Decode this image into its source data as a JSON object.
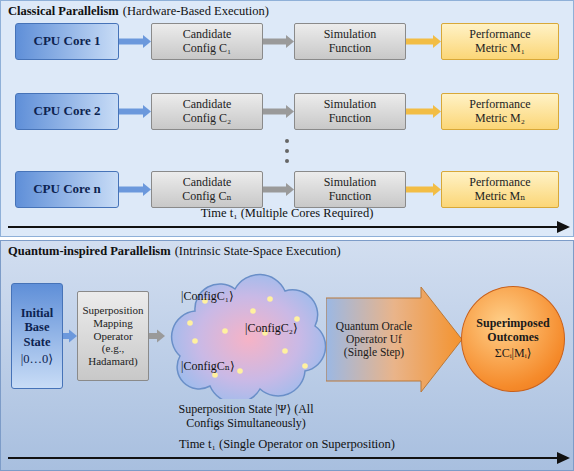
{
  "diagram": {
    "nodes": [
      {
        "text": [
          "Classical Parallelism",
          "(Hardware-Based Execution)"
        ]
      },
      {
        "text": [
          "CPU Core 1"
        ],
        "in": 0
      },
      {
        "text": [
          "Candidate Config C₁"
        ],
        "in": 0
      },
      {
        "text": [
          "Simulation Function"
        ],
        "in": 0
      },
      {
        "text": [
          "Performance Metric M₁"
        ],
        "in": 0
      },
      {
        "text": [
          "CPU Core 2"
        ],
        "in": 0
      },
      {
        "text": [
          "Candidate Config C₂"
        ],
        "in": 0
      },
      {
        "text": [
          "Simulation Function"
        ],
        "in": 0
      },
      {
        "text": [
          "Performance Metric M₂"
        ],
        "in": 0
      },
      {
        "text": [
          "CPU Core n"
        ],
        "in": 0
      },
      {
        "text": [
          "Candidate Config Cₙ"
        ],
        "in": 0
      },
      {
        "text": [
          "Simulation Function"
        ],
        "in": 0
      },
      {
        "text": [
          "Performance Metric Mₙ"
        ],
        "in": 0
      },
      {
        "text": [
          "Quantum-inspired Parallelism",
          "(Intrinsic State-Space Execution)"
        ]
      },
      {
        "text": [
          "Initial Base State",
          "|0…0⟩"
        ],
        "in": 13
      },
      {
        "text": [
          "Superposition Mapping Operator (e.g., Hadamard)"
        ],
        "in": 13
      },
      {
        "text": [
          "|ConfigC₁⟩",
          "|ConfigC₂⟩",
          "|ConfigCₙ⟩",
          "Superposition State |Ψ⟩ (All Configs Simultaneously)"
        ],
        "in": 13
      },
      {
        "text": [
          "Quantum Oracle Operator Uf (Single Step)"
        ],
        "in": 13
      },
      {
        "text": [
          "Superimposed Outcomes",
          "ΣCᵢ|Mᵢ⟩"
        ],
        "in": 13
      }
    ],
    "edges": [
      {
        "from": 1,
        "to": 2,
        "arrow": "to"
      },
      {
        "from": 2,
        "to": 3,
        "arrow": "to"
      },
      {
        "from": 3,
        "to": 4,
        "arrow": "to"
      },
      {
        "from": 5,
        "to": 6,
        "arrow": "to"
      },
      {
        "from": 6,
        "to": 7,
        "arrow": "to"
      },
      {
        "from": 7,
        "to": 8,
        "arrow": "to"
      },
      {
        "from": 9,
        "to": 10,
        "arrow": "to"
      },
      {
        "from": 10,
        "to": 11,
        "arrow": "to"
      },
      {
        "from": 11,
        "to": 12,
        "arrow": "to"
      },
      {
        "from": 14,
        "to": 15,
        "arrow": "to"
      },
      {
        "from": 15,
        "to": 16,
        "arrow": "to"
      }
    ],
    "labels": [
      "Time t₁ (Multiple Cores Required)",
      "Time t₁ (Single Operator on Superposition)"
    ]
  }
}
